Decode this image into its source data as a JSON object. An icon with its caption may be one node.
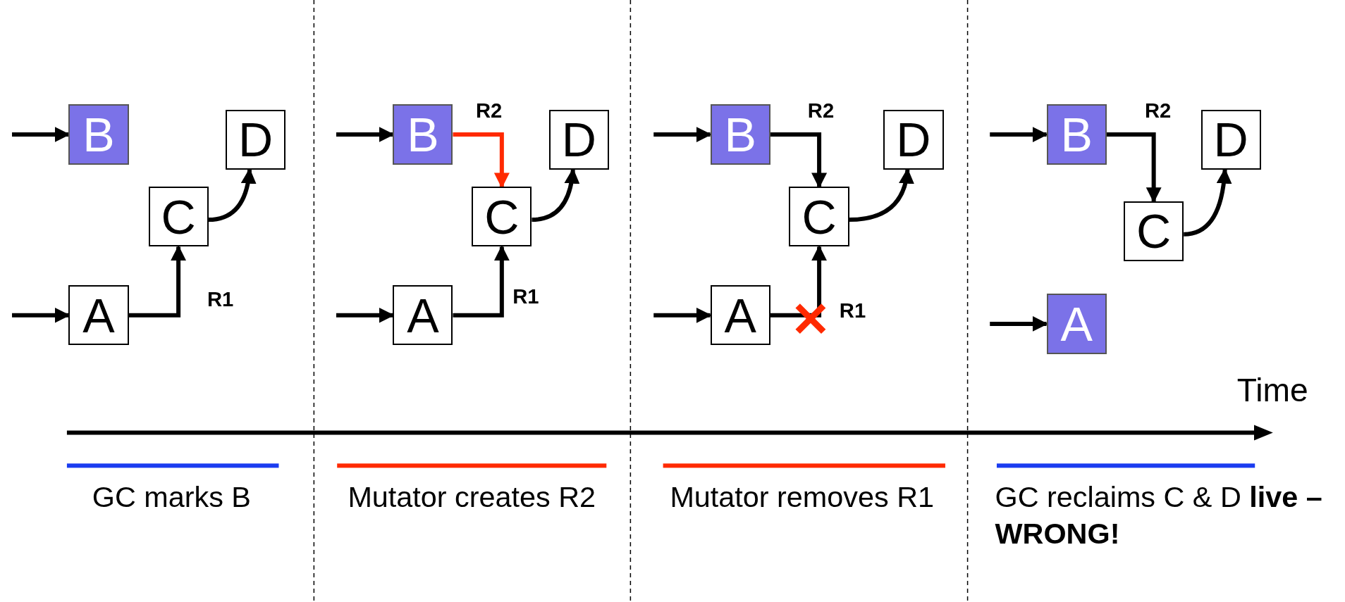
{
  "diagram": {
    "nodes": [
      {
        "text": [
          "B"
        ]
      },
      {
        "text": [
          "D"
        ]
      },
      {
        "text": [
          "C"
        ]
      },
      {
        "text": [
          "A"
        ]
      },
      {
        "text": [
          "B"
        ]
      },
      {
        "text": [
          "D"
        ]
      },
      {
        "text": [
          "C"
        ]
      },
      {
        "text": [
          "A"
        ]
      },
      {
        "text": [
          "B"
        ]
      },
      {
        "text": [
          "D"
        ]
      },
      {
        "text": [
          "C"
        ]
      },
      {
        "text": [
          "A"
        ]
      },
      {
        "text": [
          "B"
        ]
      },
      {
        "text": [
          "D"
        ]
      },
      {
        "text": [
          "C"
        ]
      },
      {
        "text": [
          "A"
        ]
      }
    ],
    "edges": [
      {
        "from": null,
        "to": 0,
        "arrow": "to"
      },
      {
        "from": null,
        "to": 3,
        "arrow": "to"
      },
      {
        "from": 3,
        "to": 2,
        "arrow": "to",
        "label": "R1"
      },
      {
        "from": 2,
        "to": 1,
        "arrow": "to"
      },
      {
        "from": null,
        "to": 4,
        "arrow": "to"
      },
      {
        "from": null,
        "to": 7,
        "arrow": "to"
      },
      {
        "from": 4,
        "to": 6,
        "arrow": "to",
        "label": "R2",
        "color": "#ff2a00"
      },
      {
        "from": 7,
        "to": 6,
        "arrow": "to",
        "label": "R1"
      },
      {
        "from": 6,
        "to": 5,
        "arrow": "to"
      },
      {
        "from": null,
        "to": 8,
        "arrow": "to"
      },
      {
        "from": null,
        "to": 11,
        "arrow": "to"
      },
      {
        "from": 8,
        "to": 10,
        "arrow": "to",
        "label": "R2"
      },
      {
        "from": 11,
        "to": 10,
        "arrow": "to",
        "label": "R1"
      },
      {
        "from": 10,
        "to": 9,
        "arrow": "to"
      },
      {
        "from": null,
        "to": 12,
        "arrow": "to"
      },
      {
        "from": null,
        "to": 15,
        "arrow": "to"
      },
      {
        "from": 12,
        "to": 14,
        "arrow": "to",
        "label": "R2"
      },
      {
        "from": 14,
        "to": 13,
        "arrow": "to"
      }
    ],
    "labels": [
      "Time",
      "GC marks B",
      "Mutator creates R2",
      "Mutator removes R1",
      "GC reclaims C & D **live – WRONG!**"
    ]
  }
}
